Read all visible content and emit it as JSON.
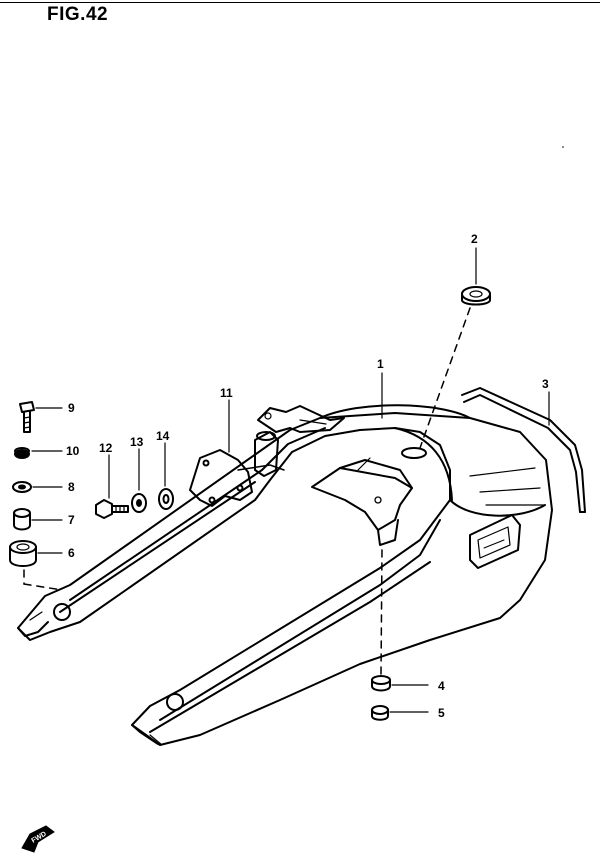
{
  "figure": {
    "title": "FIG.42"
  },
  "callouts": [
    {
      "id": "1",
      "label": "1"
    },
    {
      "id": "2",
      "label": "2"
    },
    {
      "id": "3",
      "label": "3"
    },
    {
      "id": "4",
      "label": "4"
    },
    {
      "id": "5",
      "label": "5"
    },
    {
      "id": "6",
      "label": "6"
    },
    {
      "id": "7",
      "label": "7"
    },
    {
      "id": "8",
      "label": "8"
    },
    {
      "id": "9",
      "label": "9"
    },
    {
      "id": "10",
      "label": "10"
    },
    {
      "id": "11",
      "label": "11"
    },
    {
      "id": "12",
      "label": "12"
    },
    {
      "id": "13",
      "label": "13"
    },
    {
      "id": "14",
      "label": "14"
    }
  ],
  "fwd_marker": {
    "label": "FWD"
  }
}
